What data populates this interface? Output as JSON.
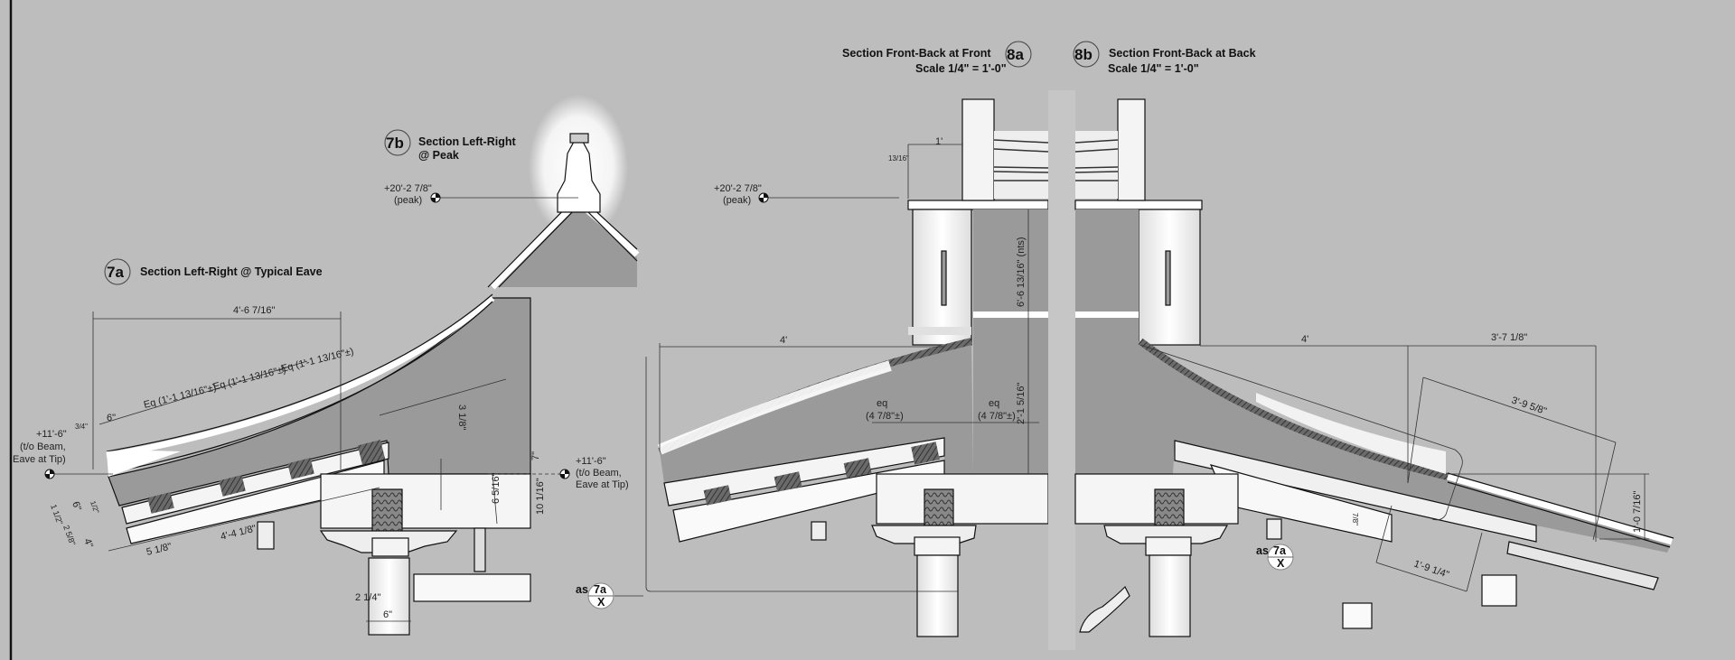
{
  "colors": {
    "background": "#bdbdbd",
    "section_fill": "#9a9a9a",
    "member_fill": "#f2f2f2",
    "hatch": "#555555"
  },
  "section_7a": {
    "tag": "7a",
    "title": "Section Left-Right @ Typical Eave",
    "dims": {
      "overall": "4'-6 7/16\"",
      "eq1": "Eq (1'-1 13/16\"±)",
      "eq2": "Eq (1'-1 13/16\"±)",
      "eq3": "Eq (1'-1 13/16\"±)",
      "six_top": "6\"",
      "three_quarter": "3/4\"",
      "one_half_1": "1 1/2\"",
      "six_left": "6\"",
      "half": "1/2\"",
      "two_5_8": "2 5/8\"",
      "four": "4\"",
      "rafter_len": "4'-4 1/8\"",
      "five_1_8": "5 1/8\"",
      "three_1_8": "3 1/8\"",
      "seven": "7\"",
      "six_5_16": "6 5/16\"",
      "ten_1_16": "10 1/16\"",
      "two_1_4": "2 1/4\"",
      "six_bottom": "6\""
    },
    "elev_left": {
      "value": "+11'-6\"",
      "line1": "(t/o Beam,",
      "line2": "Eave at Tip)"
    },
    "elev_right": {
      "value": "+11'-6\"",
      "line1": "(t/o Beam,",
      "line2": "Eave at Tip)"
    }
  },
  "section_7b": {
    "tag": "7b",
    "title_line1": "Section Left-Right",
    "title_line2": "@  Peak",
    "elev": {
      "value": "+20'-2 7/8\"",
      "label": "(peak)"
    }
  },
  "section_8a": {
    "tag": "8a",
    "title": "Section Front-Back at Front",
    "scale": "Scale 1/4\" = 1'-0\"",
    "elev": {
      "value": "+20'-2 7/8\"",
      "label": "(peak)"
    },
    "dims": {
      "one_foot": "1'",
      "thirteen_16": "13/16\"",
      "height_nts": "6'-6 13/16\" (nts)",
      "lower_height": "2'-1 5/16\"",
      "eq_a": "eq",
      "eq_a_val": "(4 7/8\"±)",
      "eq_b": "eq",
      "eq_b_val": "(4 7/8\"±)",
      "four_ft": "4'"
    },
    "callout": {
      "prefix": "as",
      "ref": "7a",
      "sheet": "X"
    }
  },
  "section_8b": {
    "tag": "8b",
    "title": "Section Front-Back at Back",
    "scale": "Scale 1/4\" = 1'-0\"",
    "dims": {
      "four_ft": "4'",
      "overhang": "3'-7 1/8\"",
      "slope_len": "3'-9 5/8\"",
      "drop": "1'-0 7/16\"",
      "lower_len": "1'-9 1/4\"",
      "seven_8": "7/8\""
    },
    "callout": {
      "prefix": "as",
      "ref": "7a",
      "sheet": "X"
    }
  }
}
